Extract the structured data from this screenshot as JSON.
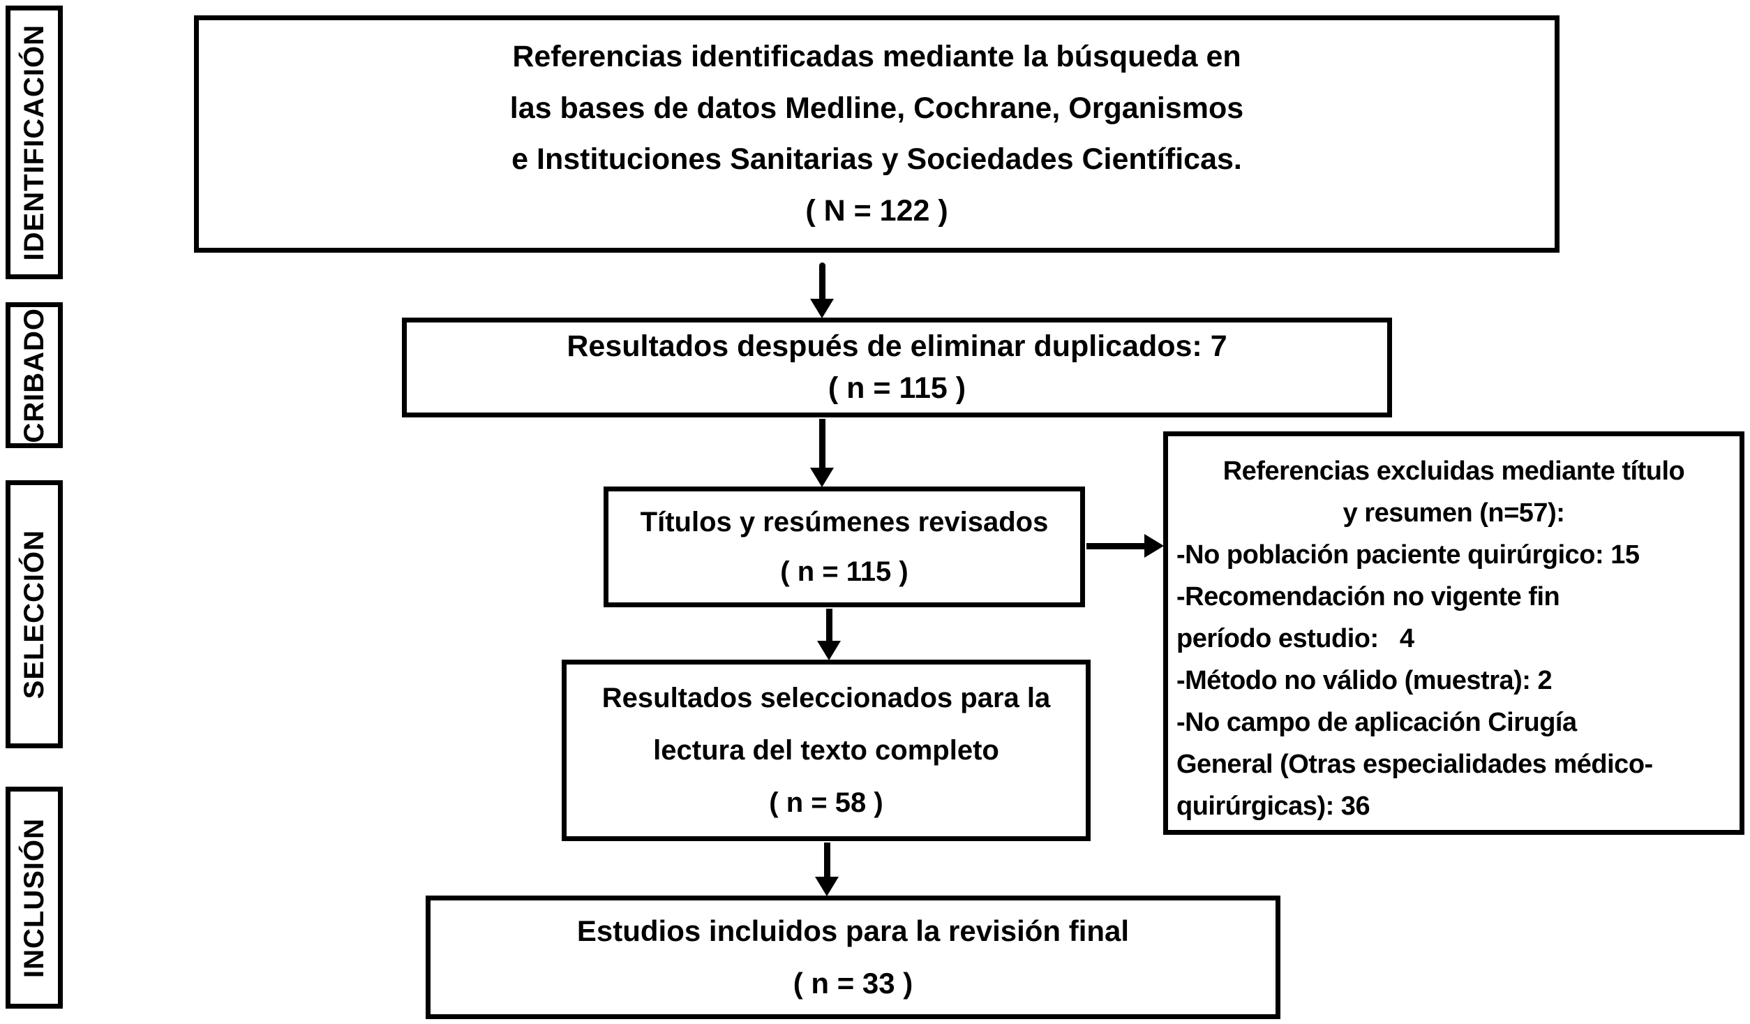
{
  "diagram": {
    "stages": [
      {
        "label": "IDENTIFICACIÓN"
      },
      {
        "label": "CRIBADO"
      },
      {
        "label": "SELECCIÓN"
      },
      {
        "label": "INCLUSIÓN"
      }
    ],
    "identified_box": {
      "line1": "Referencias identificadas mediante la búsqueda en",
      "line2": "las bases de datos Medline, Cochrane, Organismos",
      "line3": "e Instituciones Sanitarias y Sociedades Científicas.",
      "count": "( N = 122 )"
    },
    "dedup_box": {
      "line1": "Resultados después de eliminar duplicados: 7",
      "count": "( n = 115 )"
    },
    "screened_box": {
      "line1": "Títulos y resúmenes revisados",
      "count": "( n = 115 )"
    },
    "excluded_box": {
      "title_line1": "Referencias excluidas mediante título",
      "title_line2": "y resumen (n=57):",
      "line1": "-No población paciente quirúrgico: 15",
      "line2": "-Recomendación no vigente fin",
      "line3": "período estudio:   4",
      "line4": "-Método no válido (muestra): 2",
      "line5": "-No campo de aplicación Cirugía",
      "line6": "General (Otras especialidades médico-",
      "line7": "quirúrgicas): 36"
    },
    "fulltext_box": {
      "line1": "Resultados seleccionados para la",
      "line2": "lectura del texto completo",
      "count": "( n = 58 )"
    },
    "included_box": {
      "line1": "Estudios incluidos para la revisión final",
      "count": "( n = 33 )"
    },
    "colors": {
      "line": "#000000",
      "background": "#ffffff",
      "text": "#000000"
    }
  }
}
